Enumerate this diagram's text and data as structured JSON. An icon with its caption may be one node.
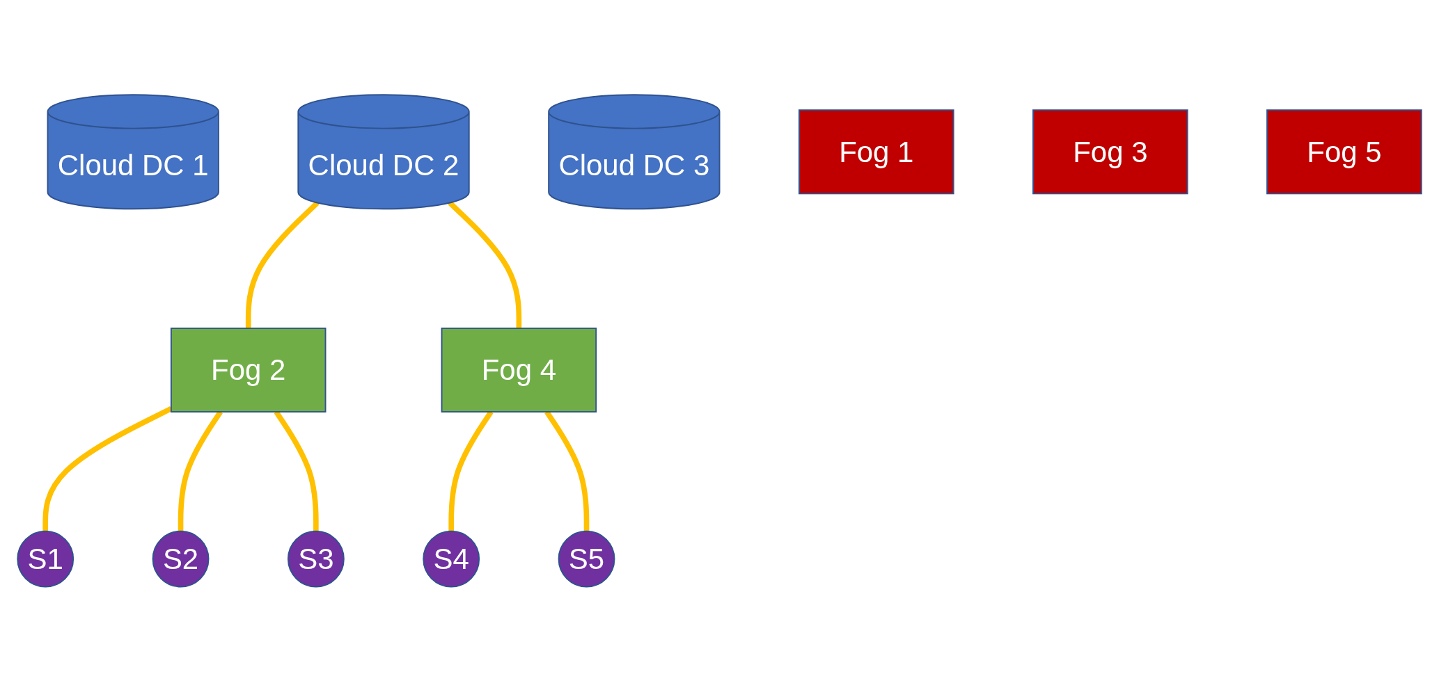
{
  "diagram": {
    "nodes": [
      {
        "text": [
          "Cloud DC 1"
        ]
      },
      {
        "text": [
          "Cloud DC 2"
        ]
      },
      {
        "text": [
          "Cloud DC 3"
        ]
      },
      {
        "text": [
          "Fog 1"
        ]
      },
      {
        "text": [
          "Fog 2"
        ]
      },
      {
        "text": [
          "Fog 3"
        ]
      },
      {
        "text": [
          "Fog 4"
        ]
      },
      {
        "text": [
          "Fog 5"
        ]
      },
      {
        "text": [
          "S1"
        ]
      },
      {
        "text": [
          "S2"
        ]
      },
      {
        "text": [
          "S3"
        ]
      },
      {
        "text": [
          "S4"
        ]
      },
      {
        "text": [
          "S5"
        ]
      }
    ],
    "edges": [
      {
        "from": 1,
        "to": 4,
        "arrow": "none"
      },
      {
        "from": 1,
        "to": 6,
        "arrow": "none"
      },
      {
        "from": 4,
        "to": 8,
        "arrow": "none"
      },
      {
        "from": 4,
        "to": 9,
        "arrow": "none"
      },
      {
        "from": 4,
        "to": 10,
        "arrow": "none"
      },
      {
        "from": 6,
        "to": 11,
        "arrow": "none"
      },
      {
        "from": 6,
        "to": 12,
        "arrow": "none"
      }
    ]
  }
}
